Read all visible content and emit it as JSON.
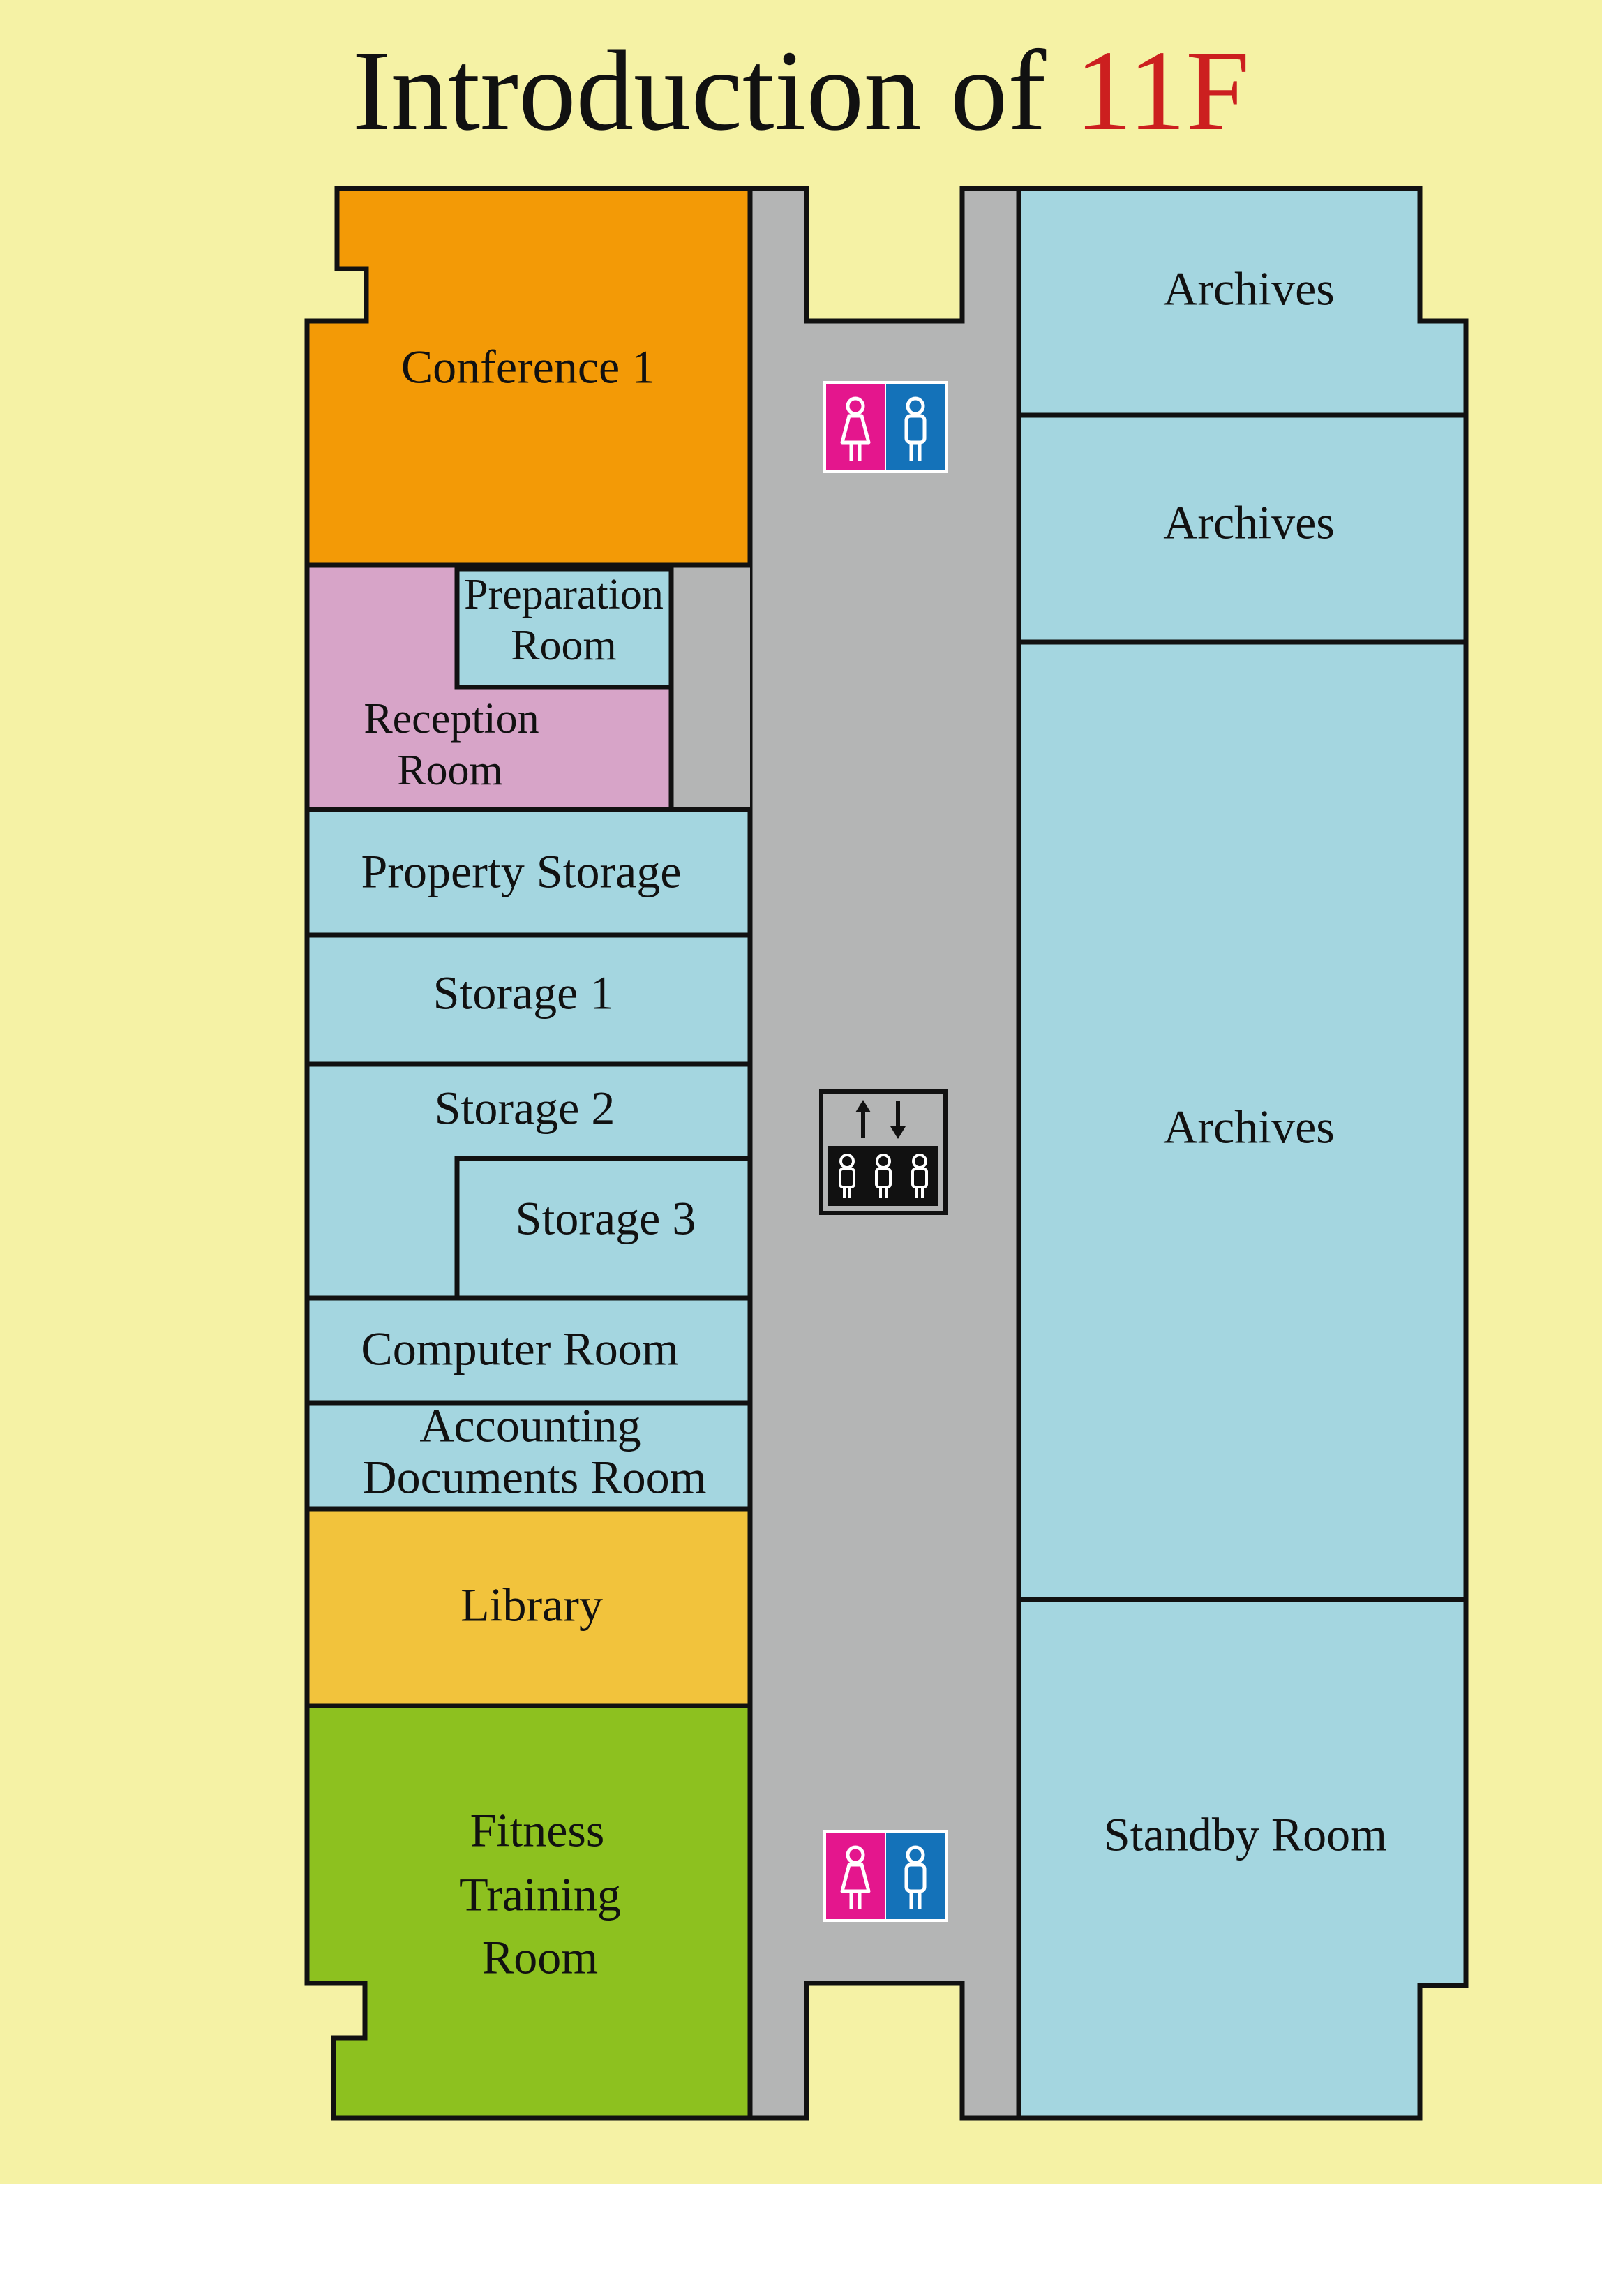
{
  "title": {
    "text": "Introduction of ",
    "floor": "11F"
  },
  "colors": {
    "background": "#f5f2a5",
    "corridor": "#b4b5b5",
    "conference": "#f39a06",
    "reception": "#d7a4c8",
    "storage": "#a4d6e0",
    "library": "#f2c33c",
    "fitness": "#8dc11f",
    "title_accent": "#cc1f1f",
    "restroom_female": "#e4168d",
    "restroom_male": "#1472b9"
  },
  "rooms": {
    "conference_1": "Conference 1",
    "preparation_room": [
      "Preparation",
      "Room"
    ],
    "reception_room": [
      "Reception",
      "Room"
    ],
    "property_storage": "Property Storage",
    "storage_1": "Storage 1",
    "storage_2": "Storage 2",
    "storage_3": "Storage 3",
    "computer_room": "Computer Room",
    "accounting_documents_room": [
      "Accounting",
      "Documents Room"
    ],
    "library": "Library",
    "fitness_training_room": [
      "Fitness",
      "Training",
      "Room"
    ],
    "archives_1": "Archives",
    "archives_2": "Archives",
    "archives_3": "Archives",
    "standby_room": "Standby Room"
  },
  "icons": {
    "restroom_top": "restroom-icon",
    "restroom_bottom": "restroom-icon",
    "elevator": "elevator-icon"
  }
}
